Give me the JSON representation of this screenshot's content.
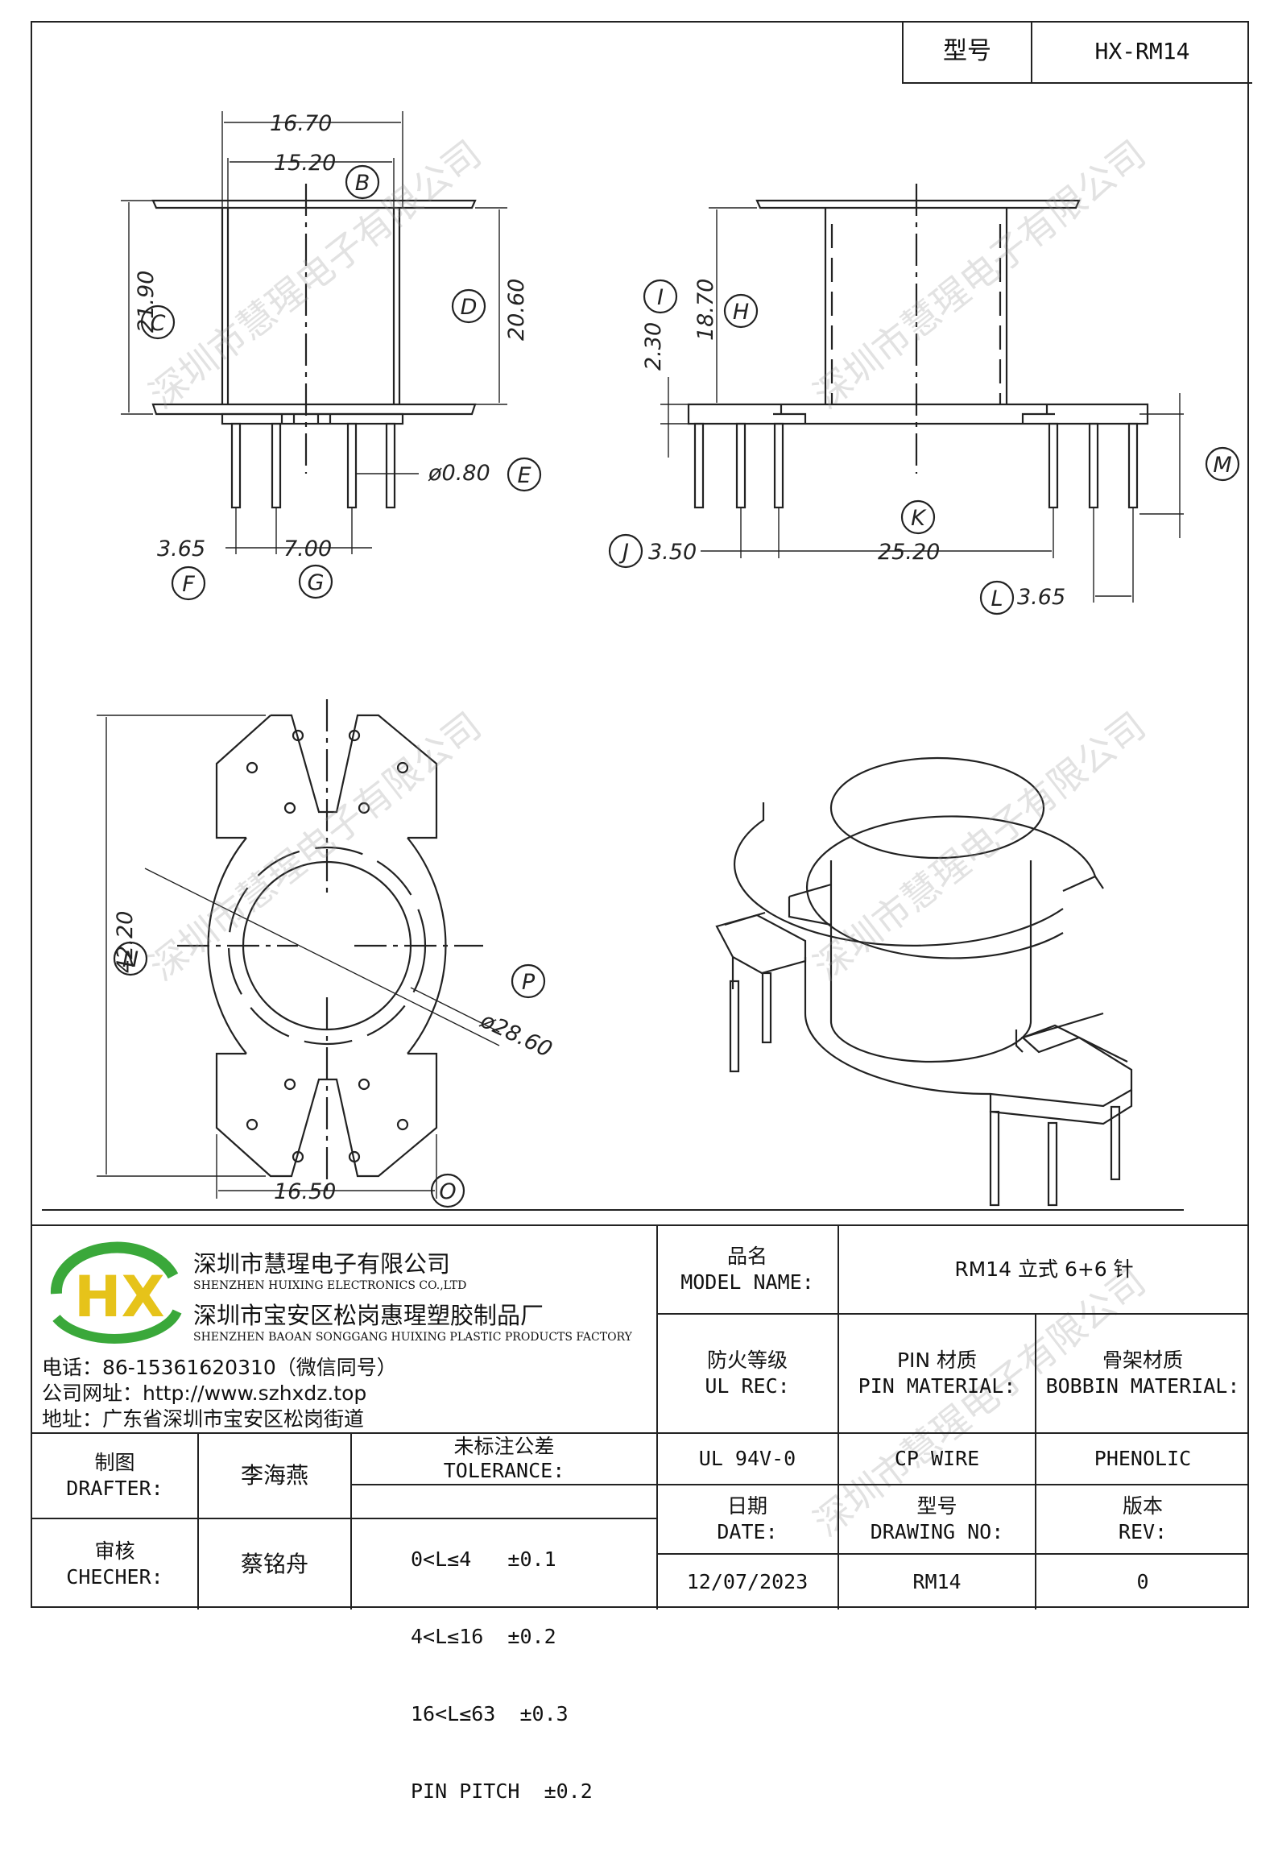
{
  "header": {
    "model_label": "型号",
    "model_value": "HX-RM14"
  },
  "dimensions": {
    "d1670": "16.70",
    "d1520": "15.20",
    "d2190": "21.90",
    "d2060": "20.60",
    "d080": "ø0.80",
    "d365a": "3.65",
    "d700": "7.00",
    "d230": "2.30",
    "d1870": "18.70",
    "d350": "3.50",
    "d2520": "25.20",
    "d365b": "3.65",
    "d4220": "42.20",
    "d2860": "ø28.60",
    "d1650": "16.50"
  },
  "markers": {
    "B": "B",
    "C": "C",
    "D": "D",
    "E": "E",
    "F": "F",
    "G": "G",
    "H": "H",
    "I": "I",
    "J": "J",
    "K": "K",
    "L": "L",
    "M": "M",
    "N": "N",
    "O": "O",
    "P": "P"
  },
  "watermark": "深圳市慧瑆电子有限公司",
  "company": {
    "name_cn": "深圳市慧瑆电子有限公司",
    "name_en": "SHENZHEN HUIXING ELECTRONICS CO.,LTD",
    "factory_cn": "深圳市宝安区松岗惠瑆塑胶制品厂",
    "factory_en": "SHENZHEN BAOAN SONGGANG HUIXING PLASTIC PRODUCTS FACTORY",
    "phone": "电话：86-15361620310（微信同号）",
    "website": "公司网址：http://www.szhxdz.top",
    "address": "地址：广东省深圳市宝安区松岗街道",
    "logo_text": "HX",
    "colors": {
      "green": "#3aa83a",
      "yellow": "#e6c31a"
    }
  },
  "table": {
    "model_name_label_cn": "品名",
    "model_name_label_en": "MODEL NAME:",
    "model_name_value": "RM14 立式 6+6 针",
    "ul_label_cn": "防火等级",
    "ul_label_en": "UL REC:",
    "pin_label_cn": "PIN 材质",
    "pin_label_en": "PIN MATERIAL:",
    "bobbin_label_cn": "骨架材质",
    "bobbin_label_en": "BOBBIN MATERIAL:",
    "ul_value": "UL 94V-0",
    "pin_value": "CP WIRE",
    "bobbin_value": "PHENOLIC",
    "date_label_cn": "日期",
    "date_label_en": "DATE:",
    "drawing_label_cn": "型号",
    "drawing_label_en": "DRAWING NO:",
    "rev_label_cn": "版本",
    "rev_label_en": "REV:",
    "date_value": "12/07/2023",
    "drawing_value": "RM14",
    "rev_value": "0",
    "drafter_label_cn": "制图",
    "drafter_label_en": "DRAFTER:",
    "drafter_value": "李海燕",
    "checker_label_cn": "审核",
    "checker_label_en": "CHECHER:",
    "checker_value": "蔡铭舟",
    "tolerance_label_cn": "未标注公差",
    "tolerance_label_en": "TOLERANCE:",
    "tolerance_lines": [
      "0<L≤4   ±0.1",
      "4<L≤16  ±0.2",
      "16<L≤63  ±0.3",
      "PIN PITCH  ±0.2"
    ]
  }
}
